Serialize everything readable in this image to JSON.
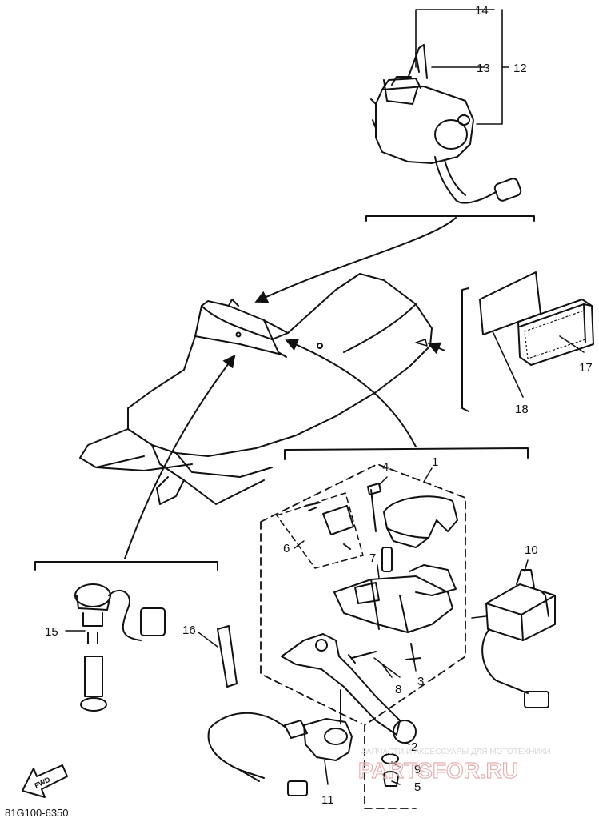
{
  "diagram": {
    "code": "81G100-6350",
    "arrow_text": "FWD",
    "callouts": [
      "1",
      "2",
      "3",
      "4",
      "5",
      "6",
      "7",
      "8",
      "9",
      "10",
      "11",
      "12",
      "13",
      "14",
      "15",
      "16",
      "17",
      "18"
    ],
    "watermark": {
      "tagline": "ЗАПЧАСТИ И АКСЕССУАРЫ ДЛЯ МОТОТЕХНИКИ",
      "brand": "PARTSFOR.RU"
    },
    "colors": {
      "ink": "#111111",
      "paper": "#ffffff",
      "watermark": "#e4b0b0"
    }
  }
}
